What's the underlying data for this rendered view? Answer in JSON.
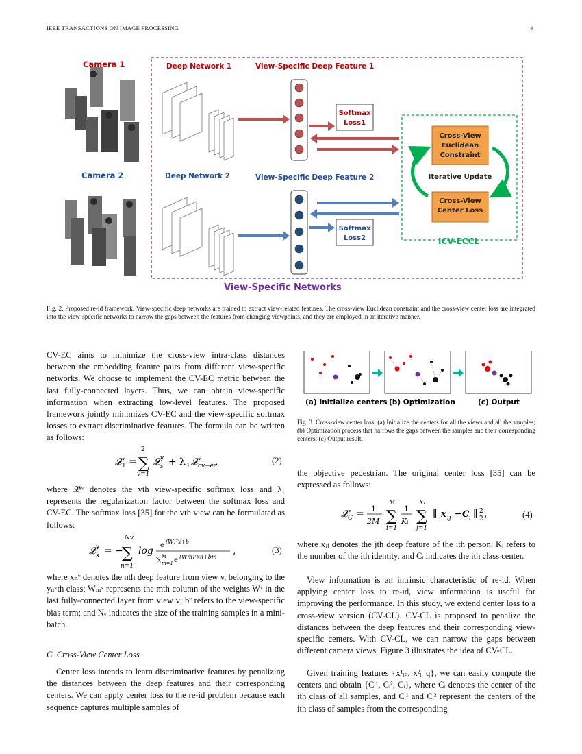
{
  "header": {
    "journal": "IEEE TRANSACTIONS ON IMAGE PROCESSING",
    "page": "4"
  },
  "figure2": {
    "camera1": "Camera 1",
    "camera2": "Camera 2",
    "deep_network_1": "Deep Network 1",
    "deep_network_2": "Deep Network 2",
    "feature_1": "View-Specific Deep Feature 1",
    "feature_2": "View-Specific Deep Feature 2",
    "softmax1_line1": "Softmax",
    "softmax1_line2": "Loss1",
    "softmax2_line1": "Softmax",
    "softmax2_line2": "Loss2",
    "euclid_line1": "Cross-View",
    "euclid_line2": "Euclidean",
    "euclid_line3": "Constraint",
    "center_line1": "Cross-View",
    "center_line2": "Center Loss",
    "iterative": "Iterative Update",
    "icv": "ICV-ECCL",
    "view_specific": "View-Specific Networks",
    "colors": {
      "red": "#c00000",
      "blue": "#1f4e9c",
      "purple": "#7030a0",
      "green": "#00b050",
      "orange": "#f4a24a"
    },
    "caption": "Fig. 2.  Proposed re-id framework. View-specific deep networks are trained to extract view-related features. The cross-view Euclidean constraint and the cross-view center loss are integrated into the view-specific networks to narrow the gaps between the features from changing viewpoints, and they are employed in an iterative manner."
  },
  "figure3": {
    "label_a": "(a) Initialize centers",
    "label_b": "(b) Optimization",
    "label_c": "(c) Output",
    "caption": "Fig. 3.  Cross-view center loss: (a) Initialize the centers for all the views and all the samples; (b) Optimization process that narrows the gaps between the samples and their corresponding centers; (c) Output result."
  },
  "left": {
    "p1": "CV-EC aims to minimize the cross-view intra-class distances between the embedding feature pairs from different view-specific networks. We choose to implement the CV-EC metric between the last fully-connected layers. Thus, we can obtain view-specific information when extracting low-level features. The proposed framework jointly minimizes CV-EC and the view-specific softmax losses to extract discriminative features. The formula can be written as follows:",
    "eq2_num": "(2)",
    "p2": "where 𝓛ˢᵛ denotes the vth view-specific softmax loss and λ₁ represents the regularization factor between the softmax loss and CV-EC. The softmax loss [35] for the vth view can be formulated as follows:",
    "eq3_num": "(3)",
    "p3": "where xₙᵛ denotes the nth deep feature from view v, belonging to the yₙᵛth class; Wₘᵛ represents the mth column of the weights Wᵛ in the last fully-connected layer from view v; bᵛ refers to the view-specific bias term; and Nᵥ indicates the size of the training samples in a mini-batch.",
    "section": "C.  Cross-View Center Loss",
    "p4": "Center loss intends to learn discriminative features by penalizing the distances between the deep features and their corresponding centers. We can apply center loss to the re-id problem because each sequence captures multiple samples of"
  },
  "right": {
    "p1": "the objective pedestrian. The original center loss [35] can be expressed as follows:",
    "eq4_num": "(4)",
    "p2": "where xᵢⱼ denotes the jth deep feature of the ith person, Kᵢ refers to the number of the ith identity, and Cᵢ indicates the ith class center.",
    "p3": "View information is an intrinsic characteristic of re-id. When applying center loss to re-id, view information is useful for improving the performance. In this study, we extend center loss to a cross-view version (CV-CL). CV-CL is proposed to penalize the distances between the deep features and their corresponding view-specific centers. With CV-CL, we can narrow the gaps between different camera views. Figure 3 illustrates the idea of CV-CL.",
    "p4": "Given training features {x¹ᵢₚ, x²ᵢ_q}, we can easily compute the centers and obtain {Cᵢ¹, Cᵢ², Cᵢ}, where Cᵢ denotes the center of the ith class of all samples, and Cᵢ¹ and Cᵢ² represent the centers of the ith class of samples from the corresponding"
  }
}
